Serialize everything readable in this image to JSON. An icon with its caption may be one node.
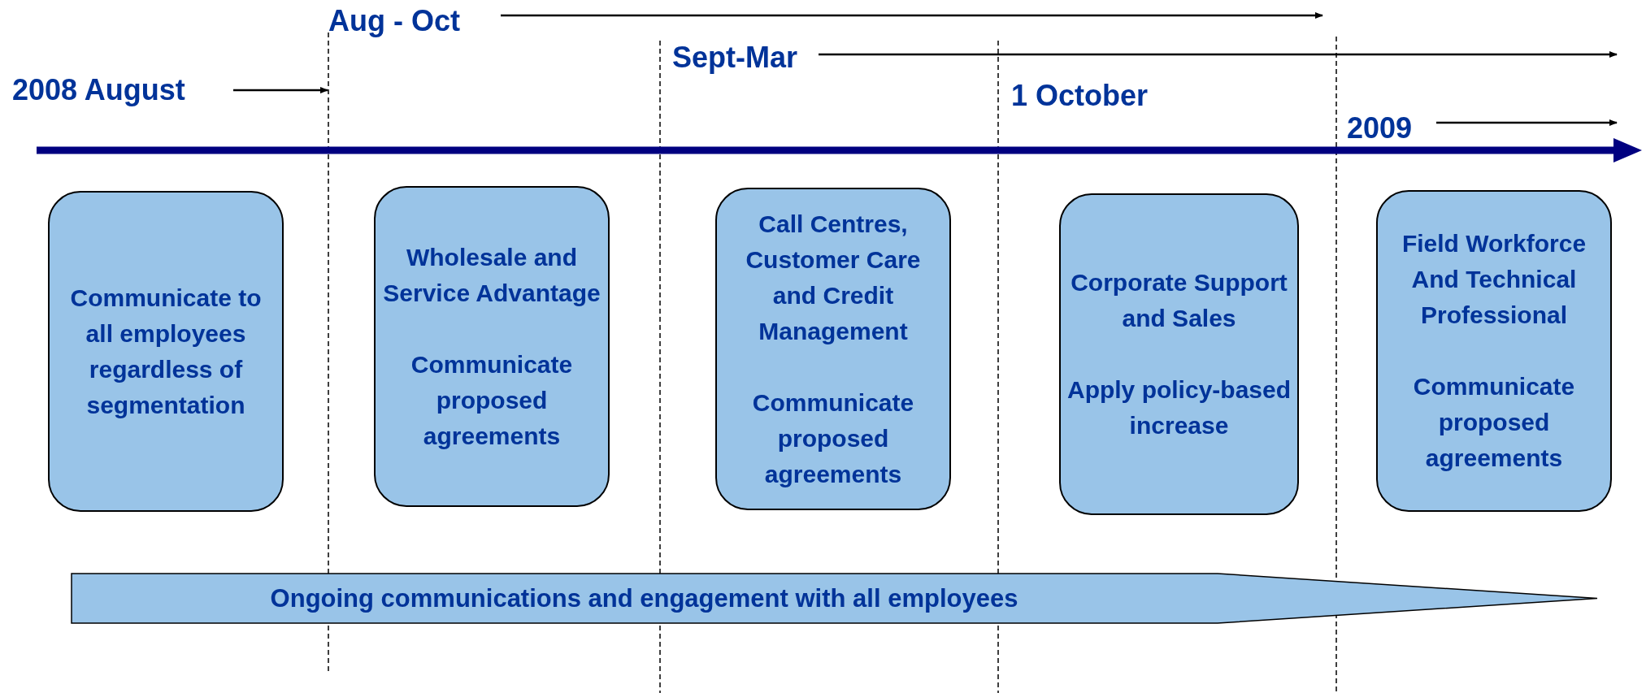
{
  "diagram": {
    "nodes": [
      {
        "text": [
          "Communicate to all employees regardless of segmentation"
        ]
      },
      {
        "text": [
          "Wholesale and Service Advantage",
          "Communicate proposed agreements"
        ]
      },
      {
        "text": [
          "Call Centres, Customer Care and Credit Management",
          "Communicate proposed agreements"
        ]
      },
      {
        "text": [
          "Corporate Support and Sales",
          "Apply policy-based increase"
        ]
      },
      {
        "text": [
          "Field Workforce And Technical Professional",
          "Communicate proposed agreements"
        ]
      },
      {
        "text": [
          "Ongoing communications and engagement with all employees"
        ]
      }
    ],
    "labels": [
      "Aug - Oct",
      "Sept-Mar",
      "2008 August",
      "1 October",
      "2009"
    ]
  }
}
